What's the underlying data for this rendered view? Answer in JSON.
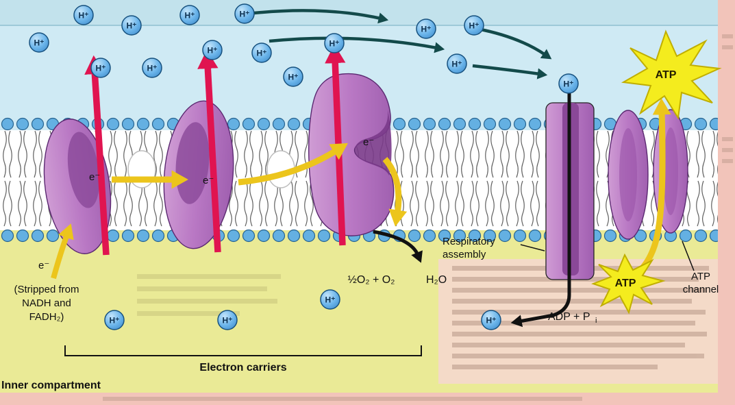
{
  "labels": {
    "h_ion": "H⁺",
    "electron": "e⁻",
    "stripped_line1": "(Stripped from",
    "stripped_line2": "NADH and",
    "stripped_line3": "FADH₂)",
    "reaction_left": "½O₂ + O₂",
    "reaction_product": "H₂O",
    "respiratory_line1": "Respiratory",
    "respiratory_line2": "assembly",
    "atp_channel_line1": "ATP",
    "atp_channel_line2": "channel",
    "adp_main": "ADP + P",
    "adp_sub": "i",
    "electron_carriers": "Electron carriers",
    "inner_compartment": "Inner compartment",
    "atp": "ATP"
  },
  "colors": {
    "outer_compartment": "#cfeaf4",
    "outer_band": "#c2e2ec",
    "inner_compartment": "#eaea96",
    "membrane_interior": "#ffffff",
    "page": "#f2c4ba",
    "page_overlay": "#f4d8cc",
    "protein": "#b978c4",
    "protein_dark": "#8a4898",
    "proton_pump_arrow": "#e01450",
    "electron_arrow": "#ecc51c",
    "proton_flow_arrow": "#134a4a",
    "atp_star": "#f4ec1e",
    "ion_fill": "#6ab4ea",
    "lipid_head": "#64b0e2"
  }
}
